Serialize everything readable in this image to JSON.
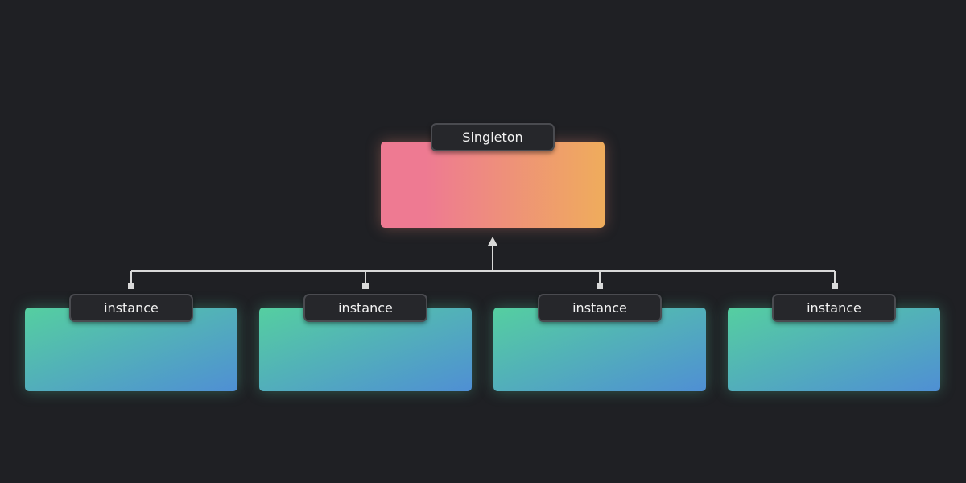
{
  "singleton": {
    "label": "Singleton",
    "gradient": [
      "#ee7a92",
      "#efac5c"
    ]
  },
  "instances": [
    {
      "label": "instance"
    },
    {
      "label": "instance"
    },
    {
      "label": "instance"
    },
    {
      "label": "instance"
    }
  ],
  "colors": {
    "background": "#1f2024",
    "instance_gradient": [
      "#55cfa0",
      "#4f8fd4"
    ],
    "connector": "#d9d9d9",
    "label_bg": "#26272b",
    "label_border": "#4a4b50"
  }
}
